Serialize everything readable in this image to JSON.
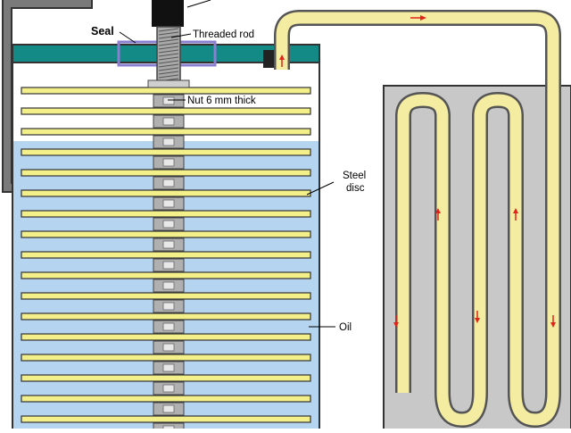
{
  "labels": {
    "seal": "Seal",
    "threaded_rod": "Threaded rod",
    "nut": "Nut 6 mm thick",
    "steel_disc_line1": "Steel",
    "steel_disc_line2": "disc",
    "oil": "Oil"
  },
  "colors": {
    "background": "#ffffff",
    "lid": "#138a86",
    "oil": "#b4d4ef",
    "steel_disc": "#f3f08a",
    "pipe_fill": "#f4eca0",
    "pipe_outline": "#555555",
    "radiator": "#c8c8c8",
    "flow_arrow": "#e0241a",
    "seal": "#8a7fd0",
    "rod": "#a0a0a0",
    "outlet_pipe": "#777777",
    "cap": "#111111"
  },
  "icons": {
    "flow_arrow": "flow-arrow-icon"
  },
  "diagram": {
    "steel_disc_count": 17,
    "flow_arrow_count": 7
  }
}
